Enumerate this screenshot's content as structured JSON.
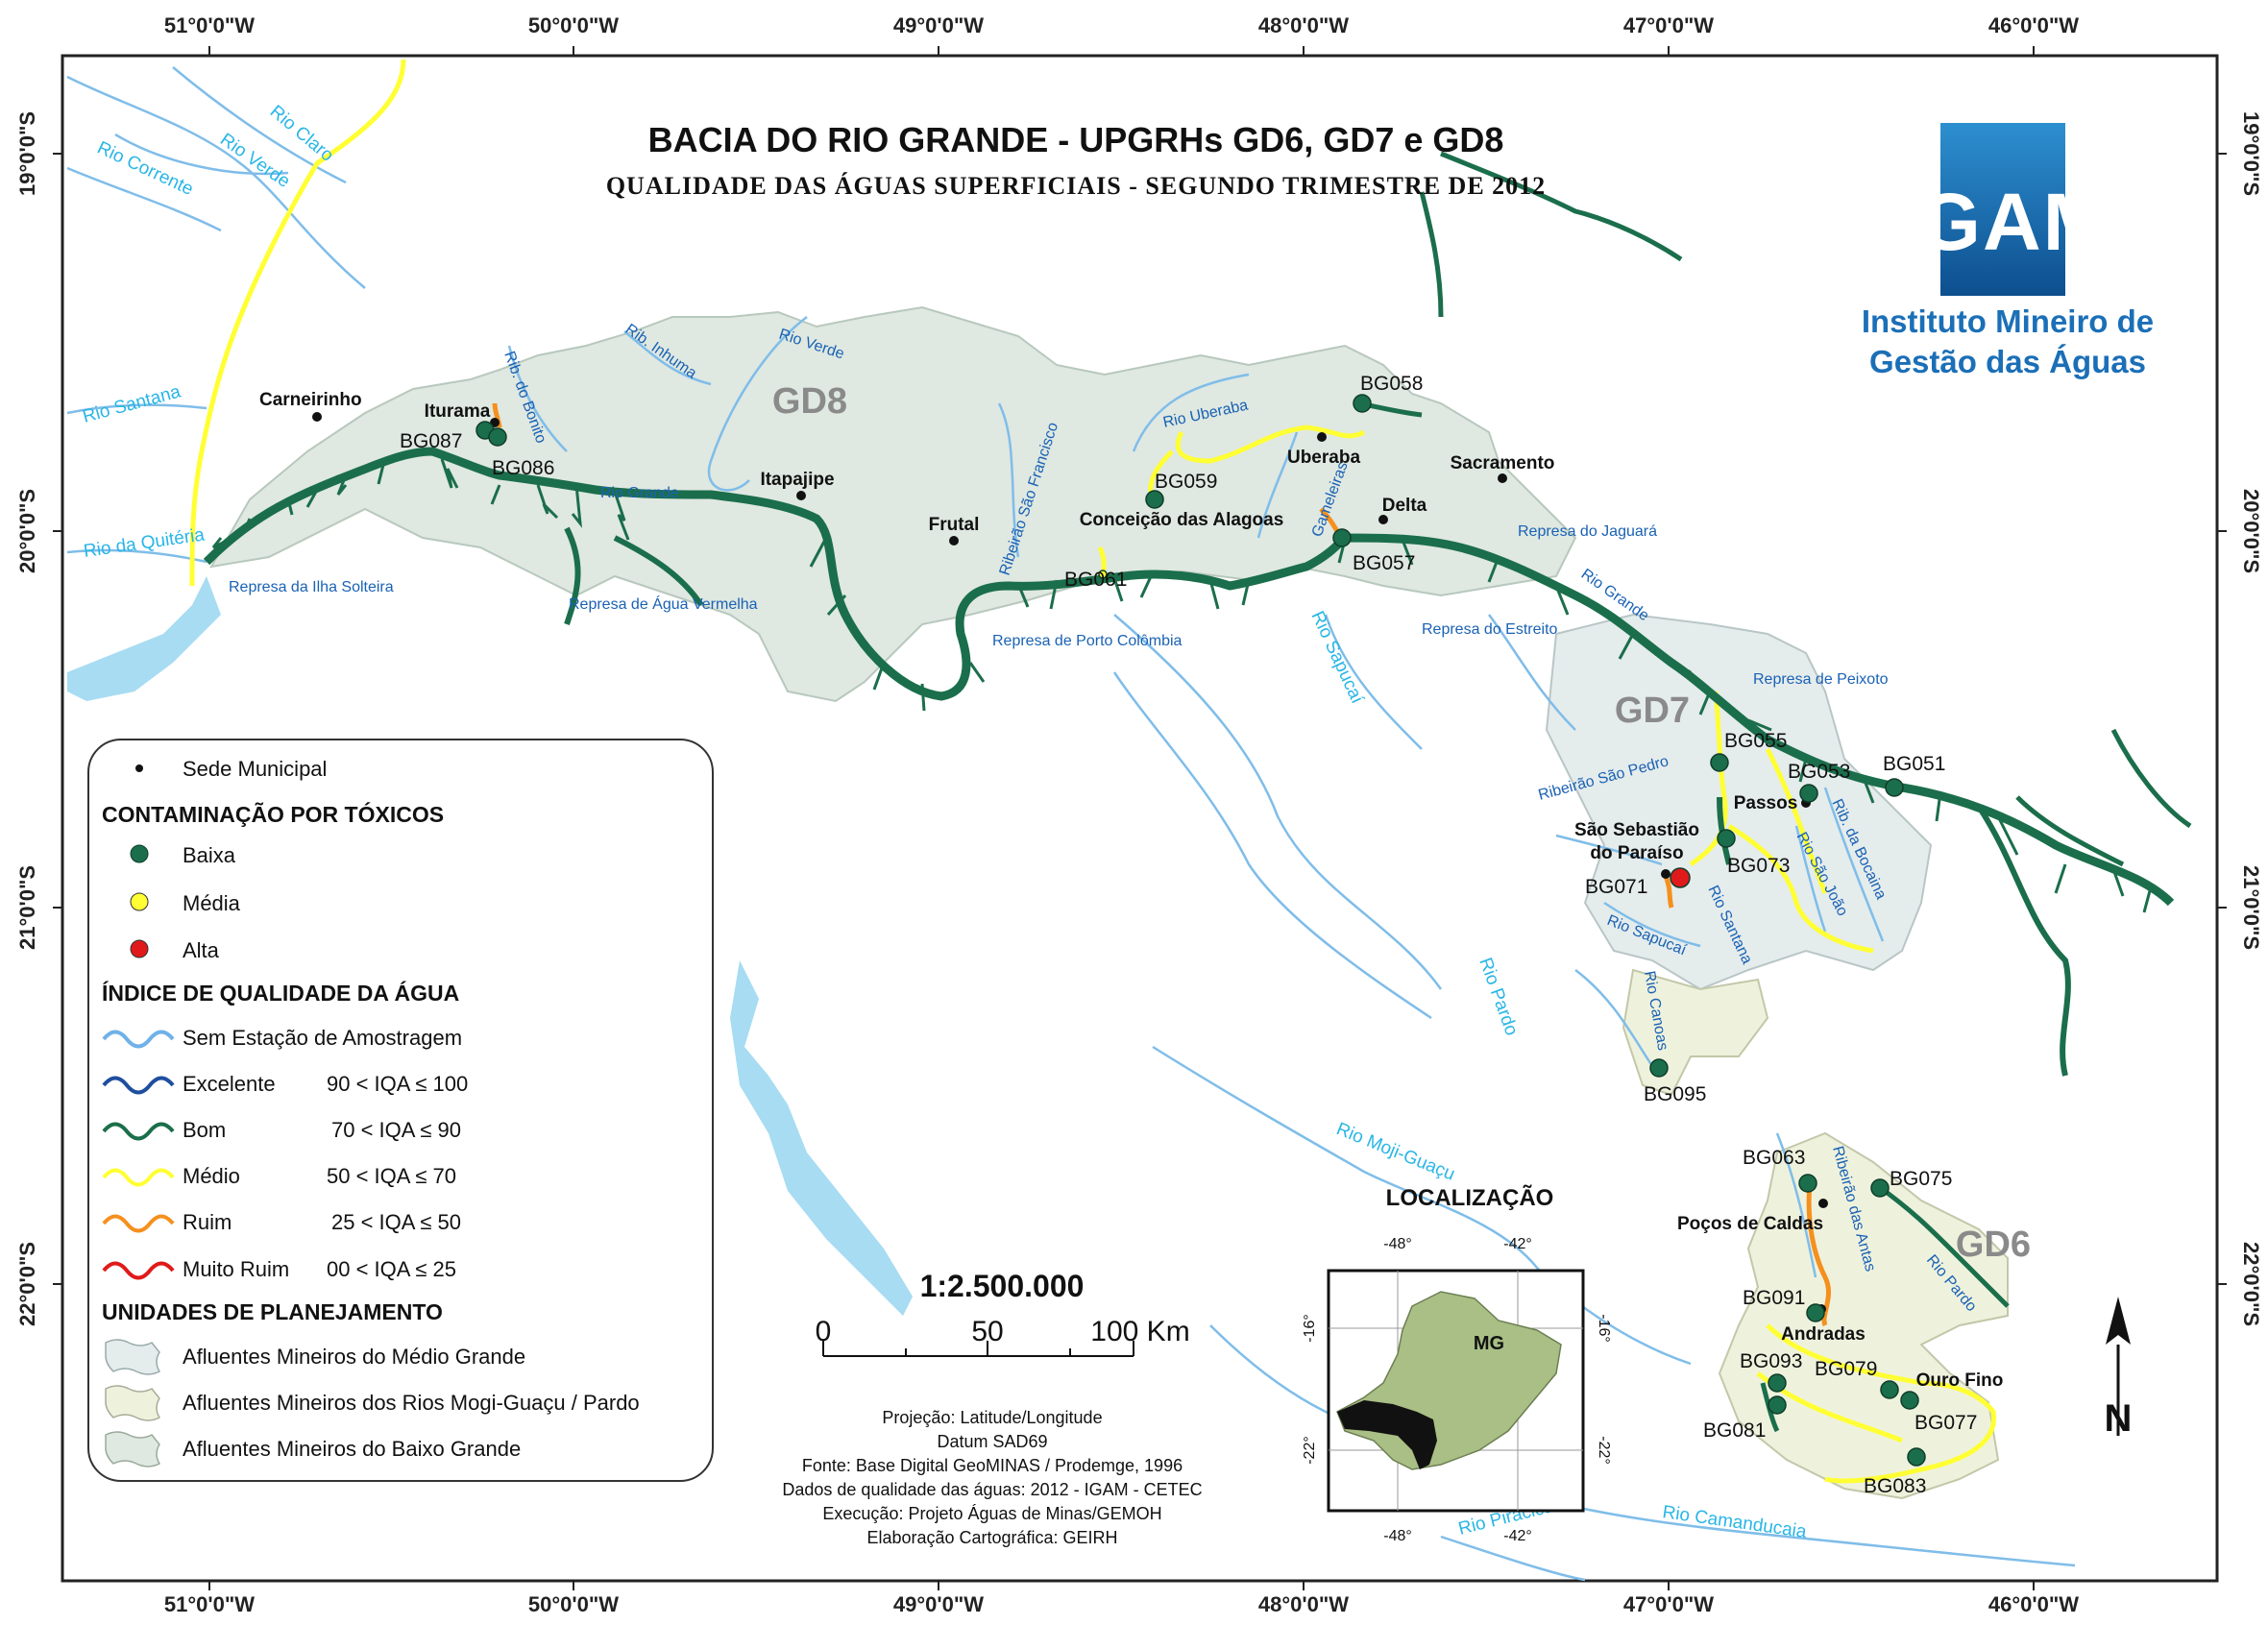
{
  "title": "BACIA DO RIO GRANDE - UPGRHs GD6, GD7 e GD8",
  "subtitle": "QUALIDADE DAS ÁGUAS SUPERFICIAIS - SEGUNDO TRIMESTRE DE 2012",
  "graticule": {
    "longitudes": [
      "51°0'0\"W",
      "50°0'0\"W",
      "49°0'0\"W",
      "48°0'0\"W",
      "47°0'0\"W",
      "46°0'0\"W"
    ],
    "latitudes": [
      "19°0'0\"S",
      "20°0'0\"S",
      "21°0'0\"S",
      "22°0'0\"S"
    ]
  },
  "logo": {
    "text": "IGAM",
    "line1": "Instituto Mineiro de",
    "line2": "Gestão das Águas",
    "color": "#1b6fb7"
  },
  "units": {
    "gd8": "GD8",
    "gd7": "GD7",
    "gd6": "GD6"
  },
  "cities": {
    "carneirinho": "Carneirinho",
    "iturama": "Iturama",
    "itapajipe": "Itapajipe",
    "frutal": "Frutal",
    "uberaba": "Uberaba",
    "sacramento": "Sacramento",
    "delta": "Delta",
    "conceicao": "Conceição das Alagoas",
    "passos": "Passos",
    "sao_sebastiao_1": "São Sebastião",
    "sao_sebastiao_2": "do Paraíso",
    "pocos": "Poços de Caldas",
    "andradas": "Andradas",
    "ouro_fino": "Ouro Fino"
  },
  "stations": {
    "bg087": "BG087",
    "bg086": "BG086",
    "bg058": "BG058",
    "bg059": "BG059",
    "bg061": "BG061",
    "bg057": "BG057",
    "bg055": "BG055",
    "bg053": "BG053",
    "bg051": "BG051",
    "bg073": "BG073",
    "bg071": "BG071",
    "bg095": "BG095",
    "bg063": "BG063",
    "bg075": "BG075",
    "bg091": "BG091",
    "bg093": "BG093",
    "bg079": "BG079",
    "bg081": "BG081",
    "bg077": "BG077",
    "bg083": "BG083"
  },
  "rivers": {
    "rio_claro": "Rio Claro",
    "rio_verde_nw": "Rio Verde",
    "rio_corrente": "Rio Corrente",
    "rio_santana": "Rio Santana",
    "rio_quiteria": "Rio da Quitéria",
    "rib_bonito": "Rib. do Bonito",
    "rib_inhuma": "Rib. Inhuma",
    "rio_verde": "Rio Verde",
    "rio_grande_w": "Rio Grande",
    "rib_sao_francisco": "Ribeirão São Francisco",
    "rio_uberaba": "Rio Uberaba",
    "gameleiras": "Gameleiras",
    "represa_ilha": "Represa da Ilha Solteira",
    "represa_agua": "Represa de Água Vermelha",
    "represa_porto": "Represa de Porto Colômbia",
    "represa_jaguara": "Represa do Jaguará",
    "rio_grande_e": "Rio Grande",
    "represa_estreito": "Represa do Estreito",
    "represa_peixoto": "Represa de Peixoto",
    "rio_sapucai": "Rio Sapucaí",
    "rib_sao_pedro": "Ribeirão São Pedro",
    "rio_sao_joao": "Rio São João",
    "rib_bocaina": "Rib. da Bocaina",
    "rio_sapucai2": "Rio Sapucaí",
    "rio_santana2": "Rio Santana",
    "rio_pardo": "Rio Pardo",
    "rio_canoas": "Rio Canoas",
    "rio_moji": "Rio Moji-Guaçu",
    "rib_antas": "Ribeirão das Antas",
    "rio_pardo2": "Rio Pardo",
    "rio_piracicaba": "Rio Piracicaba",
    "rio_camanducaia": "Rio Camanducaia"
  },
  "legend": {
    "sede": "Sede Municipal",
    "tox_header": "CONTAMINAÇÃO POR TÓXICOS",
    "tox": [
      {
        "label": "Baixa",
        "color": "#1b6e4b"
      },
      {
        "label": "Média",
        "color": "#ffff33"
      },
      {
        "label": "Alta",
        "color": "#e01a1a"
      }
    ],
    "iqa_header": "ÍNDICE DE QUALIDADE DA ÁGUA",
    "iqa": [
      {
        "label": "Sem Estação de Amostragem",
        "range": "",
        "color": "#6fb1e8"
      },
      {
        "label": "Excelente",
        "range": "90 < IQA ≤ 100",
        "color": "#1f4e9f"
      },
      {
        "label": "Bom",
        "range": "70 < IQA ≤ 90",
        "color": "#1b6e4b"
      },
      {
        "label": "Médio",
        "range": "50 < IQA ≤ 70",
        "color": "#ffff33"
      },
      {
        "label": "Ruim",
        "range": "25 < IQA ≤ 50",
        "color": "#f5901e"
      },
      {
        "label": "Muito Ruim",
        "range": "00 < IQA ≤ 25",
        "color": "#e01a1a"
      }
    ],
    "up_header": "UNIDADES DE PLANEJAMENTO",
    "up": [
      {
        "label": "Afluentes Mineiros do Médio Grande",
        "color": "#e5ecec"
      },
      {
        "label": "Afluentes Mineiros dos Rios Mogi-Guaçu / Pardo",
        "color": "#eef2dd"
      },
      {
        "label": "Afluentes Mineiros do Baixo Grande",
        "color": "#dfe8e1"
      }
    ]
  },
  "scale": {
    "ratio": "1:2.500.000",
    "ticks": [
      "0",
      "50",
      "100 Km"
    ]
  },
  "credits": [
    "Projeção: Latitude/Longitude",
    "Datum SAD69",
    "Fonte: Base Digital GeoMINAS / Prodemge, 1996",
    "Dados de qualidade das águas: 2012 - IGAM - CETEC",
    "Execução: Projeto Águas de Minas/GEMOH",
    "Elaboração Cartográfica: GEIRH"
  ],
  "locator": {
    "title": "LOCALIZAÇÃO",
    "state": "MG",
    "lon_labels": [
      "-48°",
      "-42°"
    ],
    "lat_labels": [
      "-16°",
      "-22°"
    ]
  },
  "north": "N"
}
